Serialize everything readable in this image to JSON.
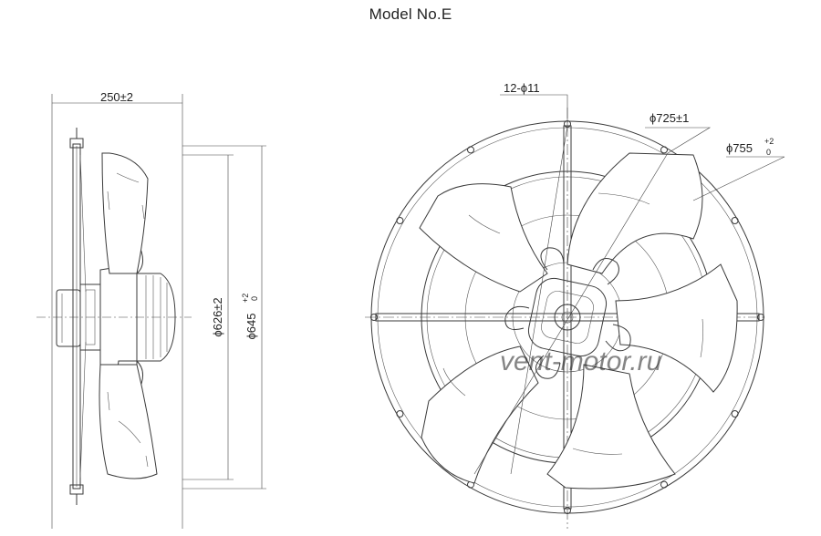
{
  "title": "Model No.E",
  "side_view": {
    "width_dimension": "250±2",
    "inner_diameter": "ϕ626±2",
    "outer_diameter_base": "ϕ645",
    "outer_diameter_tolerance_upper": "+2",
    "outer_diameter_tolerance_lower": "0"
  },
  "front_view": {
    "hole_callout": "12-ϕ11",
    "pitch_diameter": "ϕ725±1",
    "outer_diameter_base": "ϕ755",
    "outer_diameter_tolerance_upper": "+2",
    "outer_diameter_tolerance_lower": "0"
  },
  "watermark": "vent-motor.ru",
  "colors": {
    "line": "#3a3a3a",
    "text": "#222222",
    "watermark": "#c9c9c9"
  }
}
